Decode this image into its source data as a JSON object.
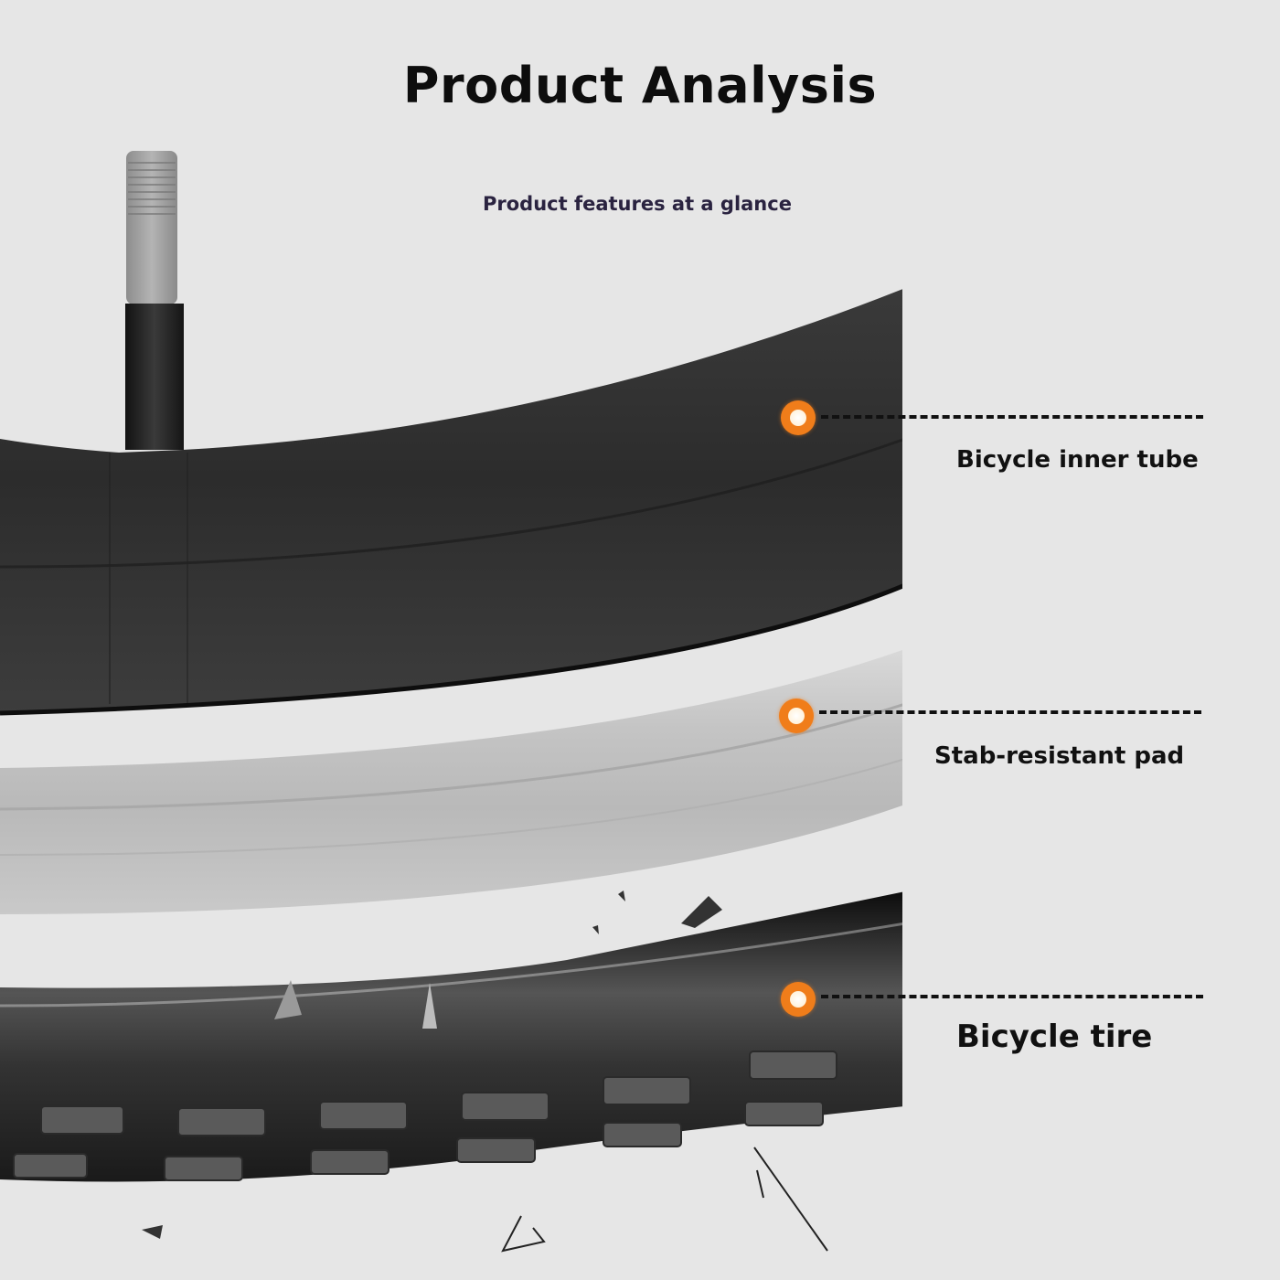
{
  "header": {
    "title": "Product Analysis",
    "subtitle": "Product features at a glance"
  },
  "callouts": [
    {
      "label": "Bicycle inner tube",
      "component": "inner-tube"
    },
    {
      "label": "Stab-resistant pad",
      "component": "stab-resistant-pad"
    },
    {
      "label": "Bicycle tire",
      "component": "tire"
    }
  ],
  "colors": {
    "background": "#e6e6e6",
    "marker_accent": "#f07d1a",
    "text": "#111111",
    "subtitle": "#2a2340"
  }
}
